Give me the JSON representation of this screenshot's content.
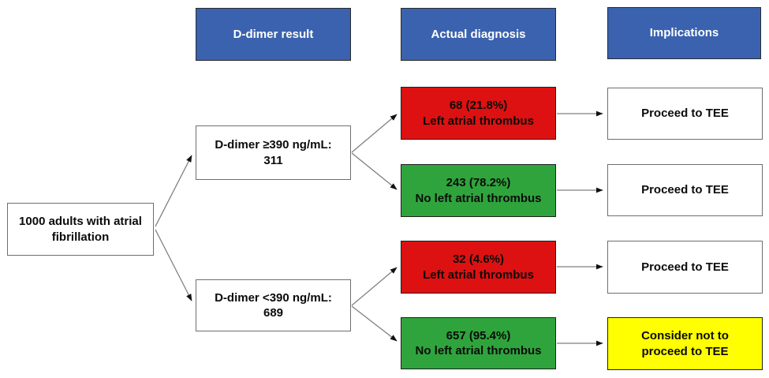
{
  "colors": {
    "header_blue": "#3A62AE",
    "thrombus_red": "#DD1111",
    "no_thrombus_green": "#2FA43C",
    "caution_yellow": "#FFFF00"
  },
  "headers": {
    "dimer_result": "D-dimer result",
    "actual_diagnosis": "Actual diagnosis",
    "implications": "Implications"
  },
  "population": {
    "label": "1000 adults with atrial fibrillation"
  },
  "dimer": {
    "high": {
      "line1": "D-dimer ≥390 ng/mL:",
      "line2": "311"
    },
    "low": {
      "line1": "D-dimer <390 ng/mL:",
      "line2": "689"
    }
  },
  "diagnosis": {
    "high_thrombus": {
      "line1": "68 (21.8%)",
      "line2": "Left atrial thrombus"
    },
    "high_no_thrombus": {
      "line1": "243 (78.2%)",
      "line2": "No left atrial thrombus"
    },
    "low_thrombus": {
      "line1": "32 (4.6%)",
      "line2": "Left atrial thrombus"
    },
    "low_no_thrombus": {
      "line1": "657 (95.4%)",
      "line2": "No left atrial thrombus"
    }
  },
  "implications": {
    "high_thrombus": "Proceed to TEE",
    "high_no_thrombus": "Proceed to TEE",
    "low_thrombus": "Proceed to TEE",
    "low_no_thrombus": "Consider not to proceed to TEE"
  }
}
